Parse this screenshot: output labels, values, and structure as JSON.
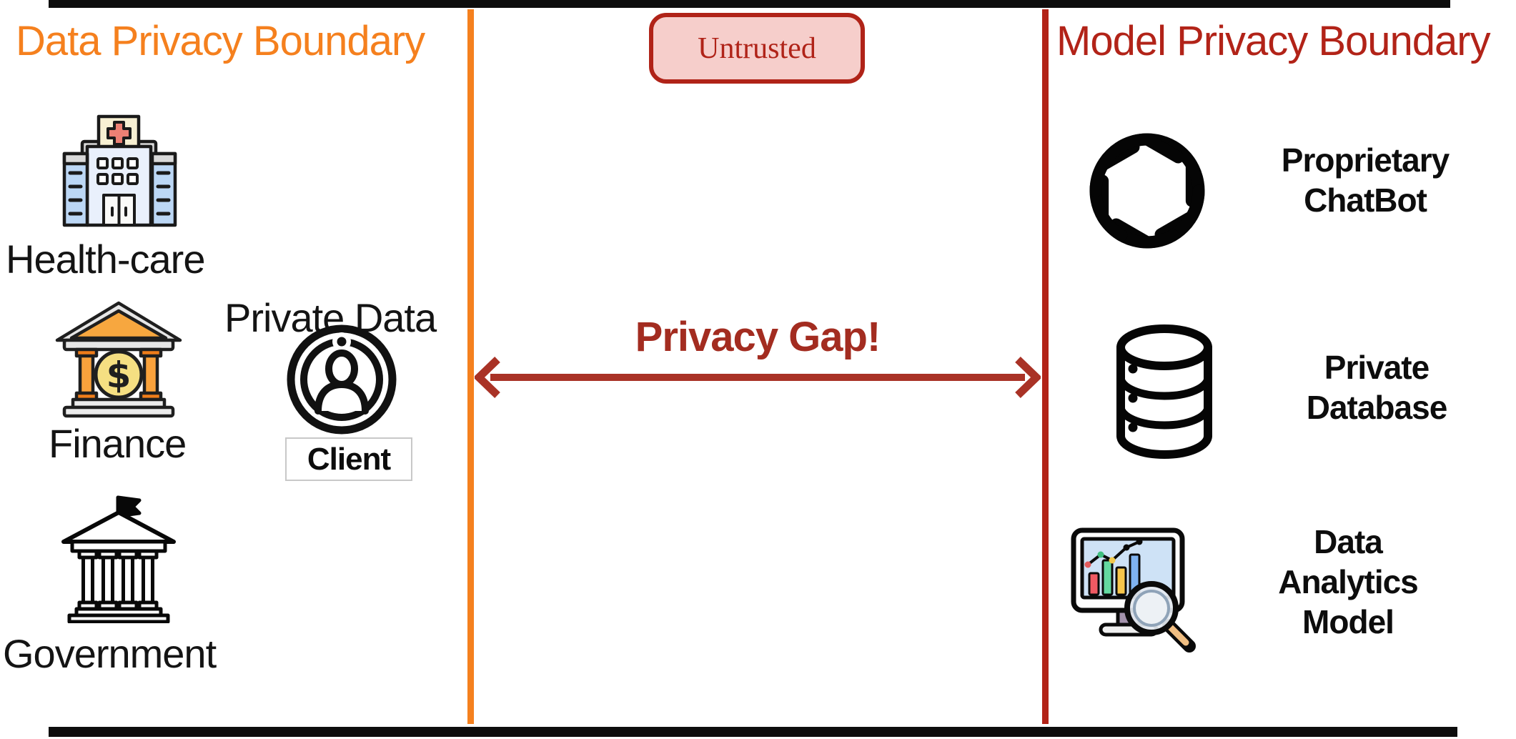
{
  "left_boundary": {
    "title": "Data Privacy Boundary",
    "color": "#F5801E"
  },
  "right_boundary": {
    "title": "Model Privacy Boundary",
    "color": "#B22318"
  },
  "untrusted_badge": {
    "label": "Untrusted",
    "fill": "#F6CECB",
    "border": "#B02318"
  },
  "privacy_gap": {
    "label": "Privacy Gap!",
    "color": "#A32C20",
    "arrow_color": "#A93226"
  },
  "left_panel": {
    "items": [
      {
        "label": "Health-care",
        "icon": "hospital-icon"
      },
      {
        "label": "Finance",
        "icon": "bank-icon"
      },
      {
        "label": "Government",
        "icon": "government-building-icon"
      }
    ],
    "private_data_label": "Private Data",
    "client": {
      "label": "Client",
      "icon": "client-avatar-icon"
    }
  },
  "right_panel": {
    "items": [
      {
        "label": "Proprietary\nChatBot",
        "icon": "openai-logo-icon"
      },
      {
        "label": "Private\nDatabase",
        "icon": "database-icon"
      },
      {
        "label": "Data\nAnalytics\nModel",
        "icon": "analytics-monitor-icon"
      }
    ]
  }
}
